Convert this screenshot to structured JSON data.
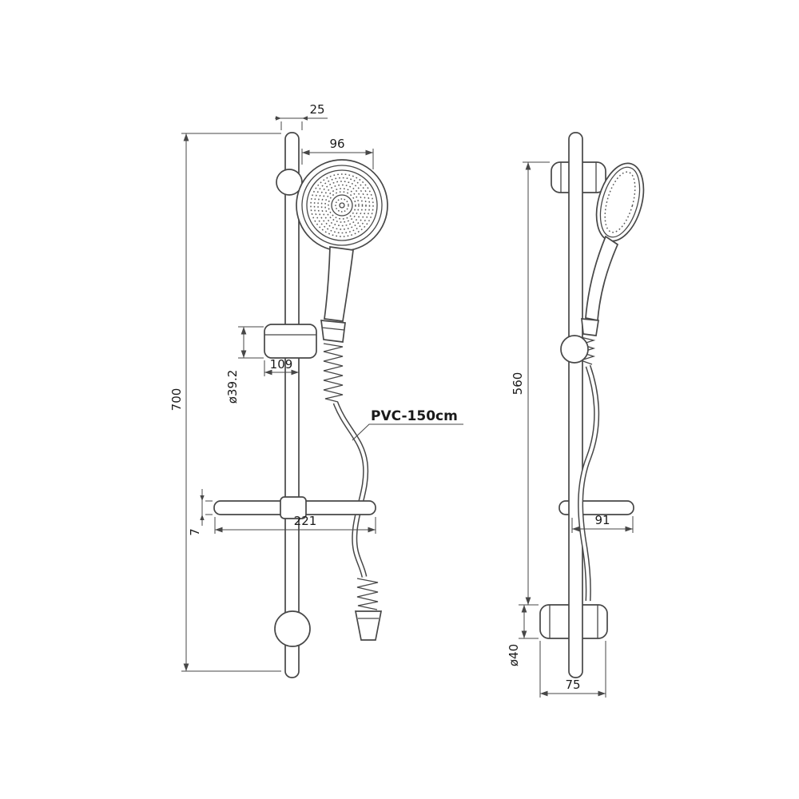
{
  "drawing": {
    "title": "shower-slide-rail-technical-drawing",
    "front_view": {
      "dim_bar_offset": "25",
      "dim_head_diameter": "96",
      "dim_total_height": "700",
      "dim_slider_diameter": "ø39.2",
      "dim_slider_width": "109",
      "hose_label": "PVC-150cm",
      "dim_shelf_thickness": "7",
      "dim_shelf_width": "221"
    },
    "side_view": {
      "dim_rail_span": "560",
      "dim_shelf_depth": "91",
      "dim_bracket_diameter": "ø40",
      "dim_bracket_width": "75"
    },
    "colors": {
      "line": "#474747",
      "text": "#1a1a1a",
      "background": "#ffffff"
    }
  }
}
